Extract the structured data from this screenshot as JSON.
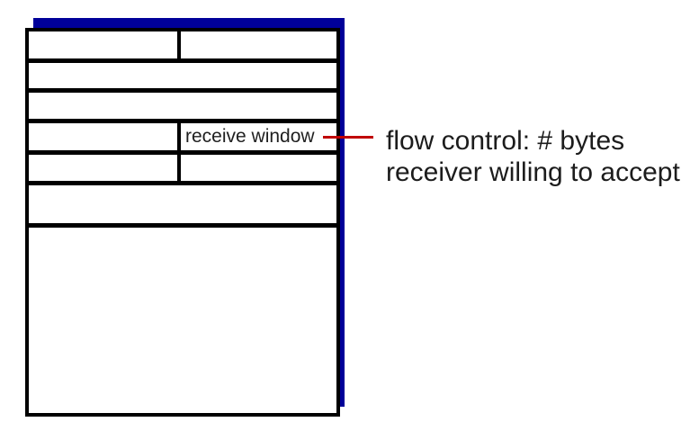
{
  "colors": {
    "shadow_blue": "#000099",
    "border_black": "#000000",
    "callout_red": "#C00000",
    "background": "#FFFFFF"
  },
  "segment": {
    "description": "empty segment-format grid with one labeled field",
    "rows": [
      {
        "split": true,
        "cells": [
          "",
          ""
        ]
      },
      {
        "split": false,
        "cells": [
          ""
        ]
      },
      {
        "split": false,
        "cells": [
          ""
        ]
      },
      {
        "split": true,
        "cells": [
          "",
          "receive window"
        ]
      },
      {
        "split": true,
        "cells": [
          "",
          ""
        ]
      },
      {
        "split": false,
        "cells": [
          ""
        ]
      },
      {
        "split": false,
        "cells": [
          ""
        ]
      }
    ]
  },
  "annotation": {
    "line1": "flow control: # bytes",
    "line2": "receiver willing to accept"
  }
}
